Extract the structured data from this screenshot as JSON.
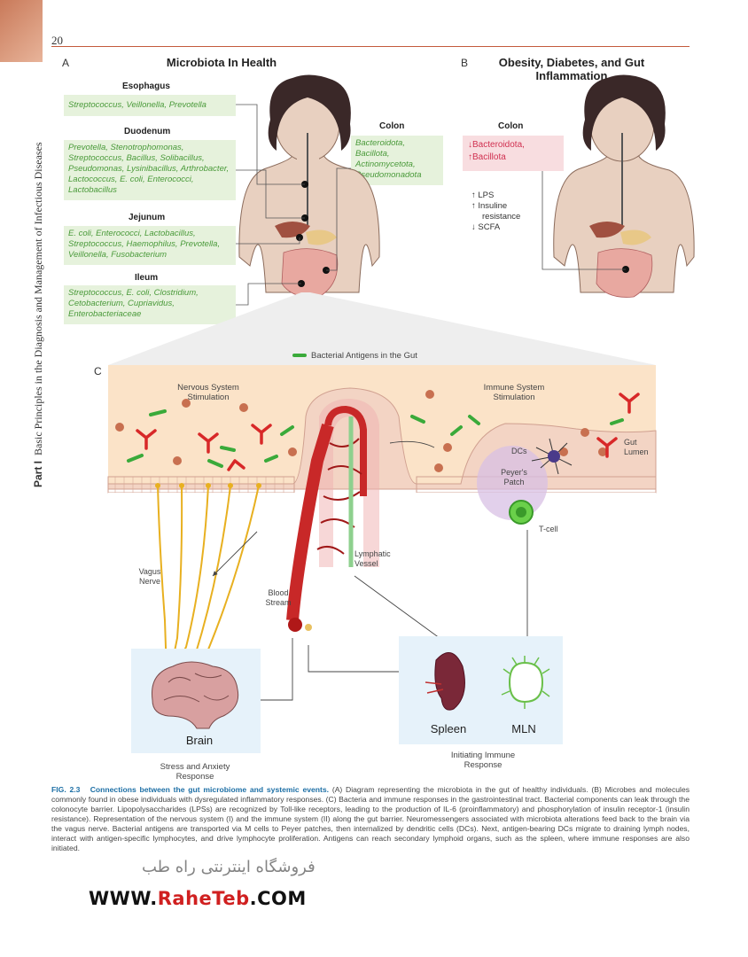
{
  "page": {
    "number": "20"
  },
  "sidebar": {
    "part": "Part I",
    "title": "Basic Principles in the Diagnosis and Management of Infectious Diseases"
  },
  "panelA": {
    "letter": "A",
    "title": "Microbiota In Health",
    "regions": [
      {
        "name": "Esophagus",
        "bacteria": "Streptococcus, Veillonella, Prevotella"
      },
      {
        "name": "Duodenum",
        "bacteria": "Prevotella, Stenotrophomonas, Streptococcus, Bacillus, Solibacillus, Pseudomonas, Lysinibacillus, Arthrobacter, Lactococcus, E. coli, Enterococci, Lactobacillus"
      },
      {
        "name": "Jejunum",
        "bacteria": "E. coli, Enterococci, Lactobacillus, Streptococcus, Haemophilus, Prevotella, Veillonella, Fusobacterium"
      },
      {
        "name": "Ileum",
        "bacteria": "Streptococcus, E. coli, Clostridium, Cetobacterium, Cupriavidus, Enterobacteriaceae"
      }
    ],
    "colon": {
      "name": "Colon",
      "bacteria": "Bacteroidota, Bacillota, Actinomycetota, Pseudomonadota"
    }
  },
  "panelB": {
    "letter": "B",
    "title": "Obesity, Diabetes, and Gut Inflammation",
    "colon": "Colon",
    "changes": [
      "↓Bacteroidota,",
      "↑Bacillota"
    ],
    "effects": [
      "↑ LPS",
      "↑ Insuline",
      "resistance",
      "↓ SCFA"
    ]
  },
  "panelC": {
    "letter": "C",
    "legend": "Bacterial Antigens in the Gut",
    "nervous": "Nervous System Stimulation",
    "immune": "Immune System Stimulation",
    "gut_lumen": "Gut Lumen",
    "dcs": "DCs",
    "peyers": "Peyer's Patch",
    "tcell": "T-cell",
    "lymphatic": "Lymphatic Vessel",
    "vagus": "Vagus Nerve",
    "blood": "Blood Stream",
    "brain": "Brain",
    "stress": "Stress and Anxiety Response",
    "spleen": "Spleen",
    "mln": "MLN",
    "initiating": "Initiating Immune Response"
  },
  "caption": {
    "fig": "FIG. 2.3",
    "title": "Connections between the gut microbiome and systemic events.",
    "text": "(A) Diagram representing the microbiota in the gut of healthy individuals. (B) Microbes and molecules commonly found in obese individuals with dysregulated inflammatory responses. (C) Bacteria and immune responses in the gastrointestinal tract. Bacterial components can leak through the colonocyte barrier. Lipopolysaccharides (LPSs) are recognized by Toll-like receptors, leading to the production of IL-6 (proinflammatory) and phosphorylation of insulin receptor-1 (insulin resistance). Representation of the nervous system (I) and the immune system (II) along the gut barrier. Neuromessengers associated with microbiota alterations feed back to the brain via the vagus nerve. Bacterial antigens are transported via M cells to Peyer patches, then internalized by dendritic cells (DCs). Next, antigen-bearing DCs migrate to draining lymph nodes, interact with antigen-specific lymphocytes, and drive lymphocyte proliferation. Antigens can reach secondary lymphoid organs, such as the spleen, where immune responses are also initiated."
  },
  "watermark": {
    "fa": "فروشگاه اینترنتی راه طب",
    "prefix": "WWW.",
    "brand": "RaheTeb",
    "suffix": ".COM"
  }
}
